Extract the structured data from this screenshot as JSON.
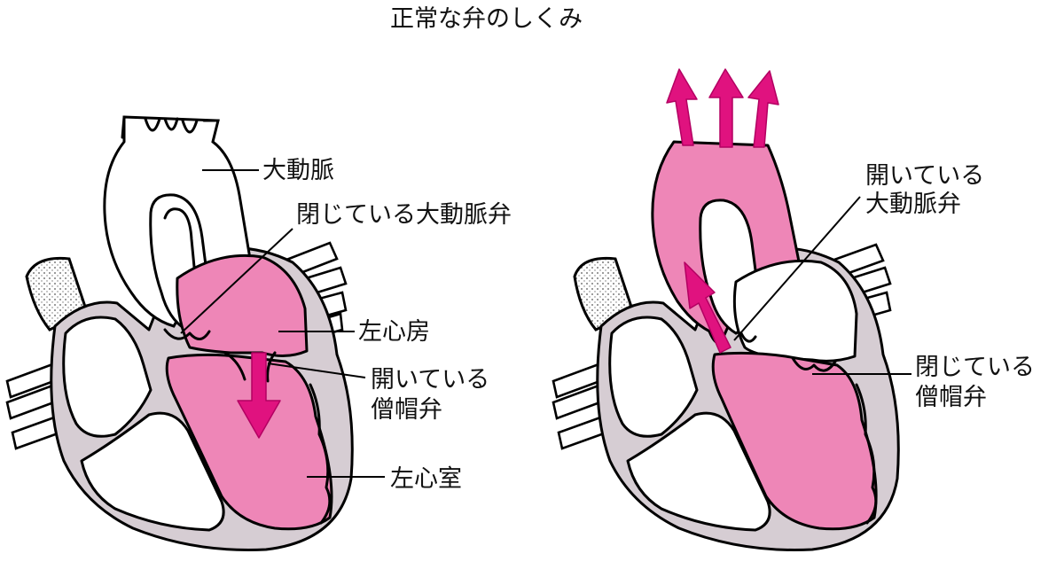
{
  "title": "正常な弁のしくみ",
  "left_diagram": {
    "labels": {
      "aorta": "大動脈",
      "closed_aortic_valve": "閉じている大動脈弁",
      "left_atrium": "左心房",
      "open_mitral_line1": "開いている",
      "open_mitral_line2": "僧帽弁",
      "left_ventricle": "左心室"
    }
  },
  "right_diagram": {
    "labels": {
      "open_aortic_line1": "開いている",
      "open_aortic_line2": "大動脈弁",
      "closed_mitral_line1": "閉じている",
      "closed_mitral_line2": "僧帽弁"
    }
  },
  "colors": {
    "blood_fill": "#ee86b7",
    "arrow": "#e0127f",
    "heart_wall": "#d6cdd3"
  }
}
